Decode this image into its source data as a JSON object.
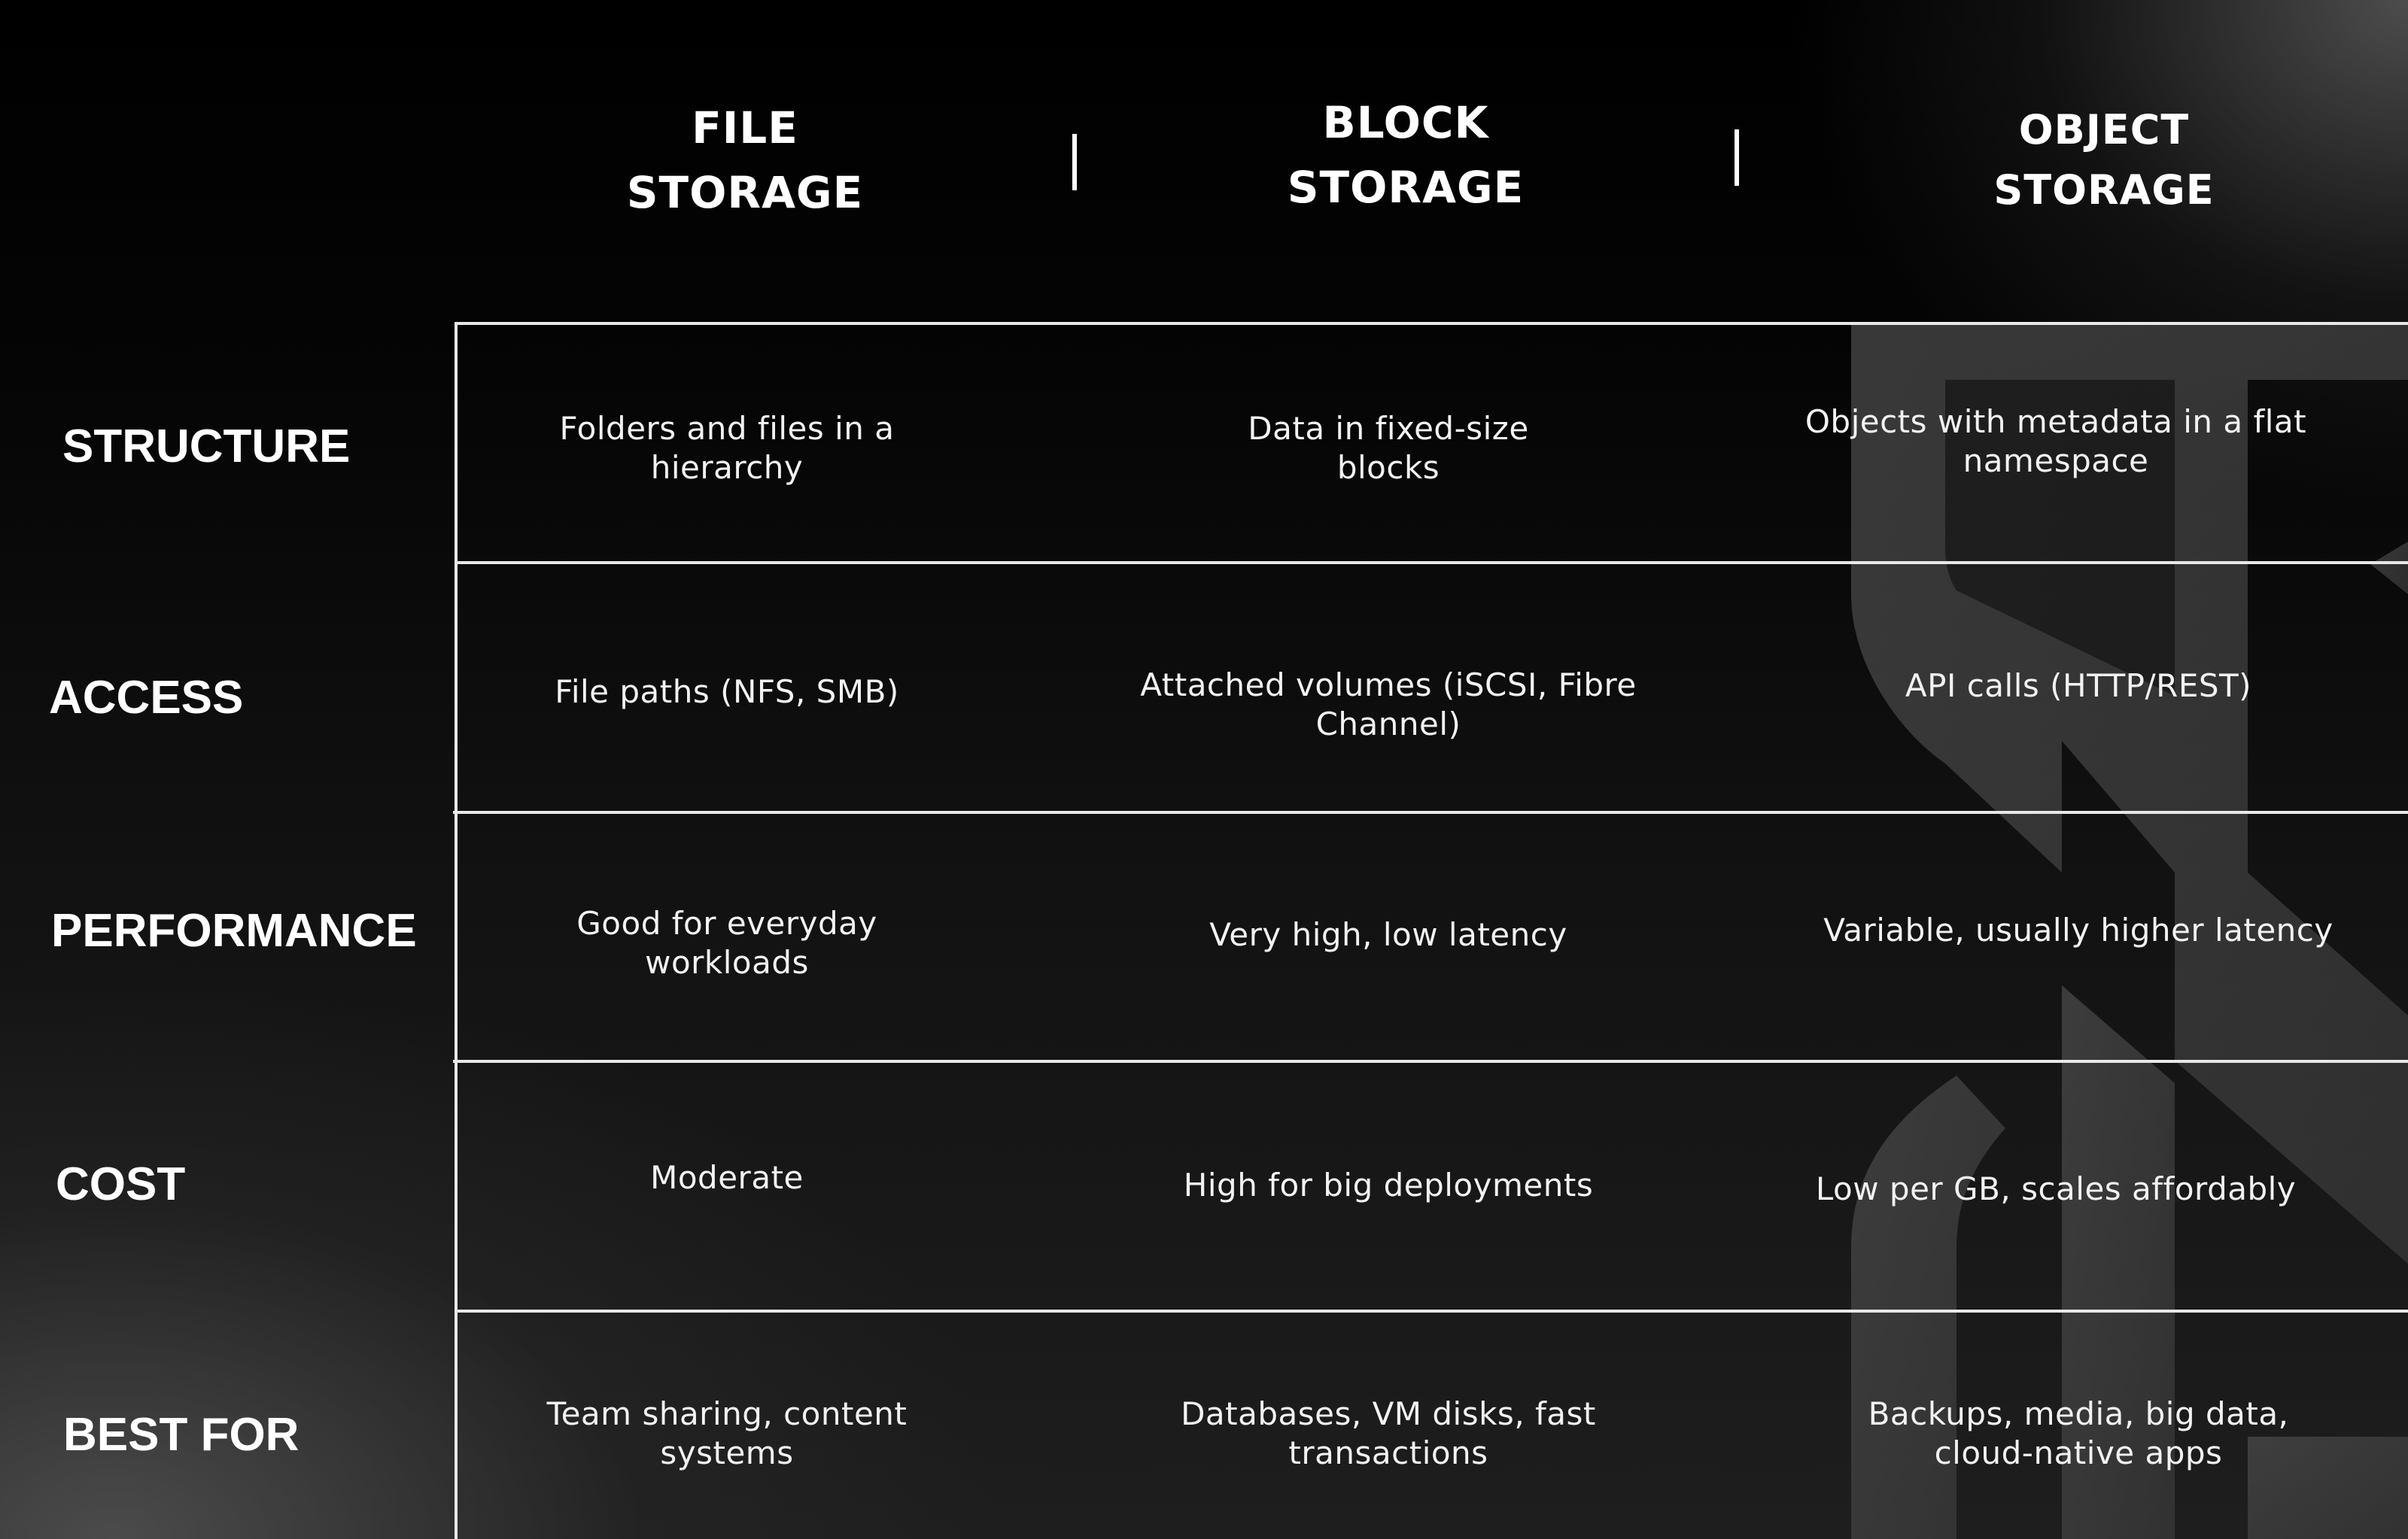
{
  "columns": [
    {
      "line1": "FILE",
      "line2": "STORAGE"
    },
    {
      "line1": "BLOCK",
      "line2": "STORAGE"
    },
    {
      "line1": "OBJECT",
      "line2": "STORAGE"
    }
  ],
  "rows": [
    {
      "label": "STRUCTURE",
      "cells": [
        {
          "line1": "Folders and files in a",
          "line2": "hierarchy"
        },
        {
          "line1": "Data in fixed-size",
          "line2": "blocks"
        },
        {
          "line1": "Objects with metadata in a flat",
          "line2": "namespace"
        }
      ]
    },
    {
      "label": "ACCESS",
      "cells": [
        {
          "line1": "File paths (NFS, SMB)",
          "line2": ""
        },
        {
          "line1": "Attached volumes (iSCSI, Fibre",
          "line2": "Channel)"
        },
        {
          "line1": "API calls (HTTP/REST)",
          "line2": ""
        }
      ]
    },
    {
      "label": "PERFORMANCE",
      "cells": [
        {
          "line1": "Good for everyday",
          "line2": "workloads"
        },
        {
          "line1": "Very high, low latency",
          "line2": ""
        },
        {
          "line1": "Variable, usually higher latency",
          "line2": ""
        }
      ]
    },
    {
      "label": "COST",
      "cells": [
        {
          "line1": "Moderate",
          "line2": ""
        },
        {
          "line1": "High for big deployments",
          "line2": ""
        },
        {
          "line1": "Low per GB, scales affordably",
          "line2": ""
        }
      ]
    },
    {
      "label": "BEST FOR",
      "cells": [
        {
          "line1": "Team sharing, content",
          "line2": "systems"
        },
        {
          "line1": "Databases, VM disks, fast",
          "line2": "transactions"
        },
        {
          "line1": "Backups, media, big data,",
          "line2": "cloud-native apps"
        }
      ]
    }
  ],
  "colors": {
    "background_top": "#000000",
    "background_bottom": "#1e1e1e",
    "text": "#ffffff",
    "grid_lines": "#e8e8e8",
    "watermark": "#3c3c3c"
  },
  "decorations": {
    "watermark_icon": "logo-glyph-watermark-icon"
  }
}
